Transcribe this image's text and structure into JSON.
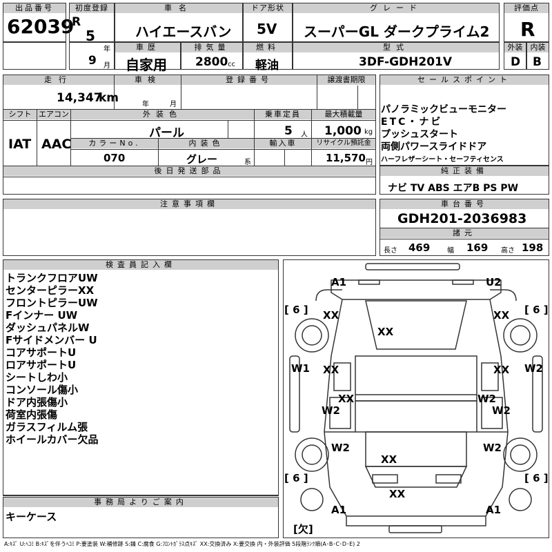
{
  "header": {
    "lot_label": "出品番号",
    "lot_no": "62039",
    "first_reg_label": "初度登録",
    "era": "R",
    "year": "5",
    "year_unit": "年",
    "month": "9",
    "month_unit": "月",
    "car_name_label": "車名",
    "car_name": "ハイエースバン",
    "door_label": "ドア形状",
    "door": "5V",
    "grade_label": "グレード",
    "grade": "スーパーGL ダークプライム2",
    "score_label": "評価点",
    "score": "R",
    "history_label": "車歴",
    "history": "自家用",
    "disp_label": "排気量",
    "disp": "2800",
    "disp_unit": "cc",
    "fuel_label": "燃料",
    "fuel": "軽油",
    "model_label": "型式",
    "model": "3DF-GDH201V",
    "ext_label": "外装",
    "ext": "D",
    "int_label": "内装",
    "int": "B"
  },
  "row2": {
    "mileage_label": "走行",
    "mileage": "14,347",
    "mileage_unit": "km",
    "inspect_label": "車検",
    "inspect_year_unit": "年",
    "inspect_month_unit": "月",
    "reg_label": "登録番号",
    "transfer_label": "譲渡書期限",
    "shift_label": "シフト",
    "shift": "IAT",
    "ac_label": "エアコン",
    "ac": "AAC",
    "color_label": "外装色",
    "color": "パール",
    "capacity_label": "乗車定員",
    "capacity": "5",
    "capacity_unit": "人",
    "load_label": "最大積載量",
    "load": "1,000",
    "load_unit": "kg",
    "color_no_label": "カラーNo.",
    "color_no": "070",
    "int_color_label": "内装色",
    "int_color": "グレー",
    "int_color_unit": "系",
    "import_label": "輸入車",
    "recycle_label": "リサイクル預託金",
    "recycle": "11,570",
    "recycle_unit": "円",
    "later_label": "後日発送部品"
  },
  "sales": {
    "label": "セールスポイント",
    "points": [
      "パノラミックビューモニター",
      "ETC・ナビ",
      "プッシュスタート",
      "両側パワースライドドア",
      "ハーフレザーシート・セーフティセンス"
    ]
  },
  "equipment": {
    "label": "純正装備",
    "items": "ナビ TV ABS エアB PS PW"
  },
  "caution": {
    "label": "注意事項欄"
  },
  "chassis": {
    "label": "車台番号",
    "number": "GDH201-2036983"
  },
  "dims": {
    "label": "諸元",
    "length_label": "長さ",
    "length": "469",
    "width_label": "幅",
    "width": "169",
    "height_label": "高さ",
    "height": "198"
  },
  "inspector": {
    "label": "検査員記入欄",
    "notes": [
      "トランクフロアUW",
      "センターピラーXX",
      "フロントピラーUW",
      "Fインナー UW",
      "ダッシュパネルW",
      "Fサイドメンバー U",
      "コアサポートU",
      "ロアサポートU",
      "シートしわ小",
      "コンソール傷小",
      "ドア内張傷小",
      "荷室内張傷",
      "ガラスフィルム張",
      "ホイールカバー欠品"
    ]
  },
  "office": {
    "label": "事務局よりご案内",
    "text": "キーケース"
  },
  "diagram": {
    "labels": [
      "A1",
      "U2",
      "[ 6 ]",
      "[ 6 ]",
      "XX",
      "XX",
      "XX",
      "W1",
      "W2",
      "XX",
      "XX",
      "XX",
      "W2",
      "W2",
      "W2",
      "W2",
      "W2",
      "XX",
      "[ 6 ]",
      "[ 6 ]",
      "XX",
      "A1",
      "A1",
      "[欠]"
    ]
  },
  "footer": {
    "legend": "A:ｷｽﾞ U:ﾍｺﾐ B:ｷｽﾞを伴うﾍｺﾐ P:要塗装 W:補修跡 S:錆 C:腐食 G:ﾌﾛﾝﾄｶﾞﾗｽ点ｷｽﾞ XX:交換済み X:要交換 内・外装評価 5段階ﾗﾝｸ順(A･B･C･D･E) 2"
  }
}
